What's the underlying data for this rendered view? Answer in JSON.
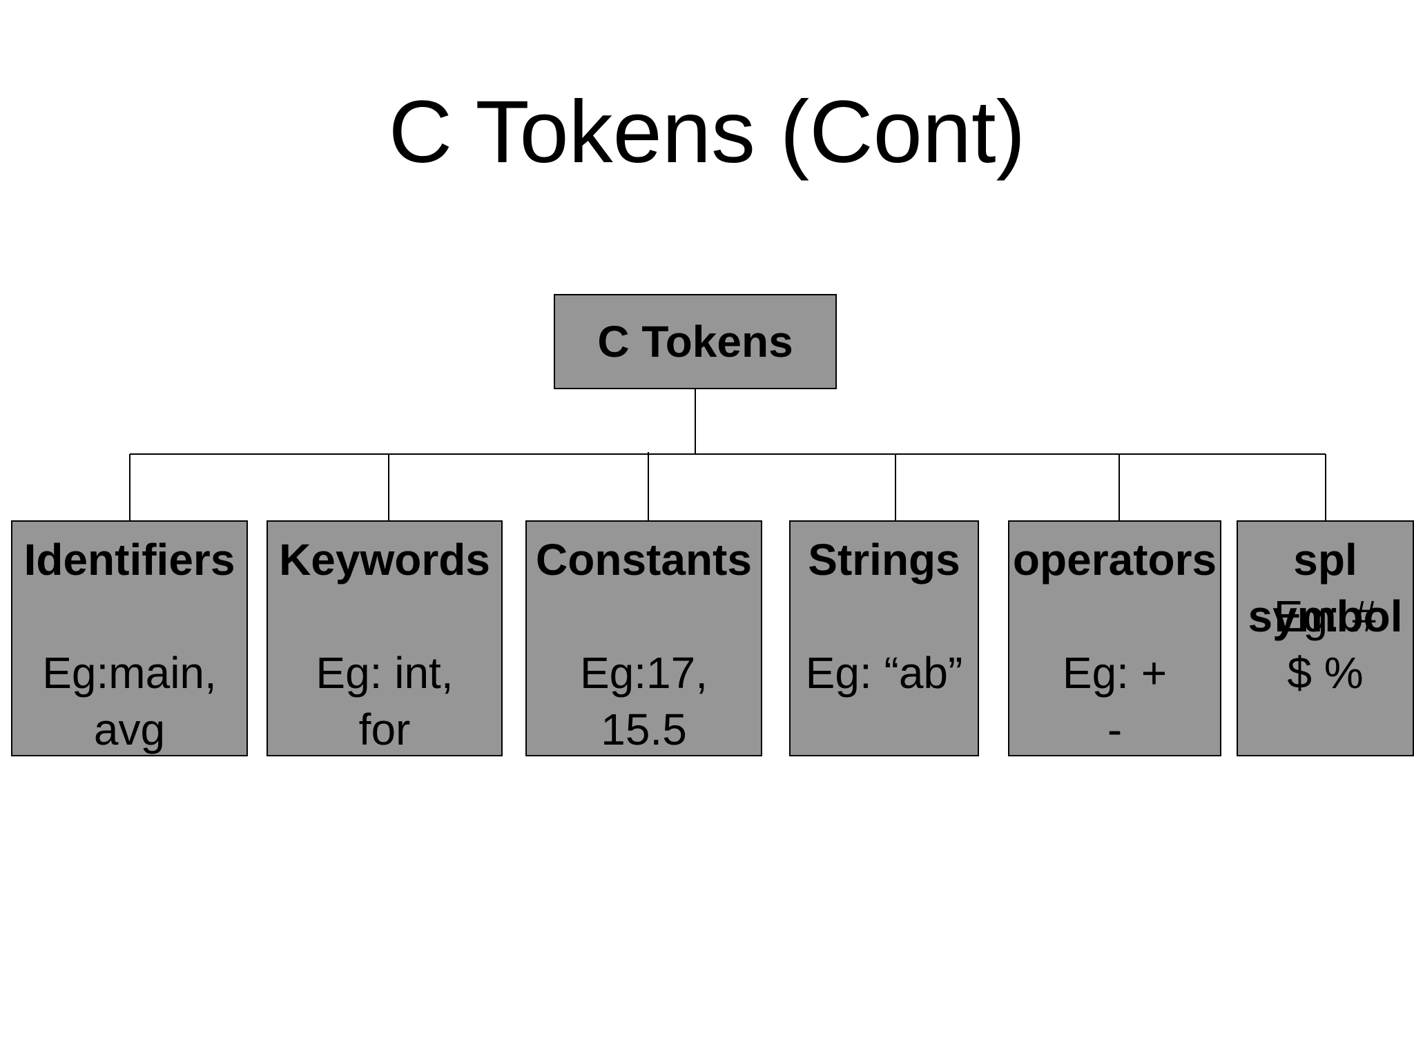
{
  "title": "C Tokens (Cont)",
  "diagram": {
    "root": {
      "label": "C Tokens"
    },
    "children": [
      {
        "name": "Identifiers",
        "example": "Eg:main,\navg"
      },
      {
        "name": "Keywords",
        "example": "Eg: int,\nfor"
      },
      {
        "name": "Constants",
        "example": "Eg:17,\n15.5"
      },
      {
        "name": "Strings",
        "example": "Eg: “ab”"
      },
      {
        "name": "operators",
        "example": "Eg: +\n    -"
      },
      {
        "name": "spl\nsymbol",
        "example": "Eg: #\n$ %"
      }
    ]
  },
  "colors": {
    "box_fill": "#969696",
    "box_border": "#000000",
    "connector": "#000000",
    "background": "#ffffff"
  }
}
